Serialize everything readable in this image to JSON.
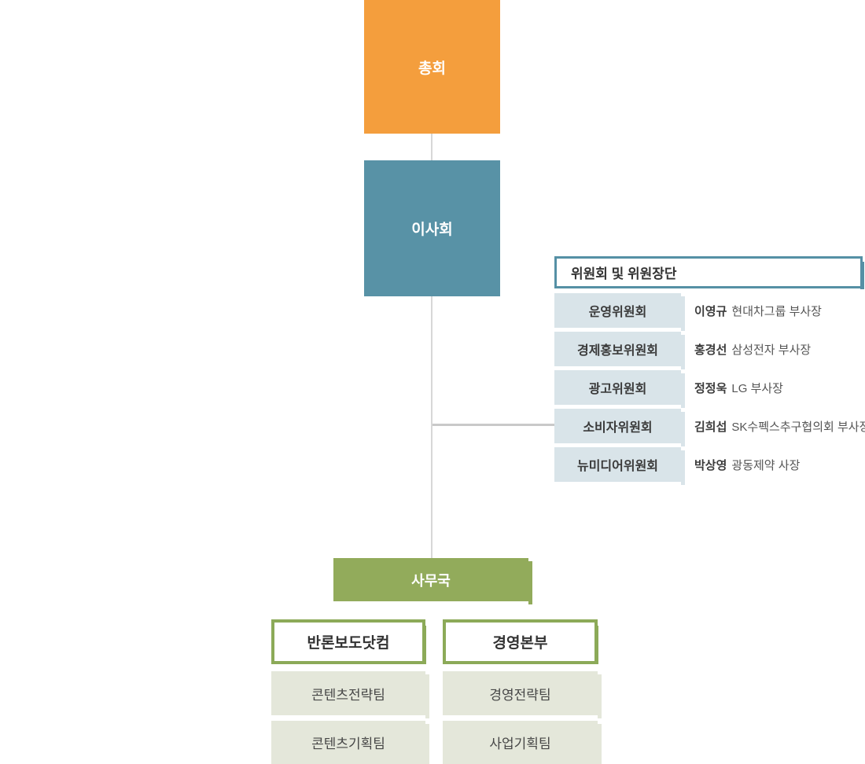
{
  "chart": {
    "general_assembly": "총회",
    "board": "이사회",
    "secretariat": "사무국",
    "committee_header": "위원회 및 위원장단",
    "committees": [
      {
        "name": "운영위원회",
        "chair": "이영규",
        "title": "현대차그룹 부사장"
      },
      {
        "name": "경제홍보위원회",
        "chair": "홍경선",
        "title": "삼성전자 부사장"
      },
      {
        "name": "광고위원회",
        "chair": "정정욱",
        "title": "LG 부사장"
      },
      {
        "name": "소비자위원회",
        "chair": "김희섭",
        "title": "SK수펙스추구협의회 부사장"
      },
      {
        "name": "뉴미디어위원회",
        "chair": "박상영",
        "title": "광동제약 사장"
      }
    ],
    "divisions": [
      {
        "name": "반론보도닷컴",
        "teams": [
          "콘텐츠전략팀",
          "콘텐츠기획팀"
        ]
      },
      {
        "name": "경영본부",
        "teams": [
          "경영전략팀",
          "사업기획팀"
        ]
      }
    ],
    "colors": {
      "assembly_orange": "#F49E3D",
      "board_teal": "#5892A6",
      "committee_border_teal": "#5590A5",
      "committee_row_bg": "#D9E4E9",
      "secretariat_green": "#92AB5B",
      "division_border_green": "#8CAA58",
      "team_bg": "#E4E7DA",
      "connector_gray": "#CCCCCC",
      "text_dark": "#333333"
    }
  }
}
